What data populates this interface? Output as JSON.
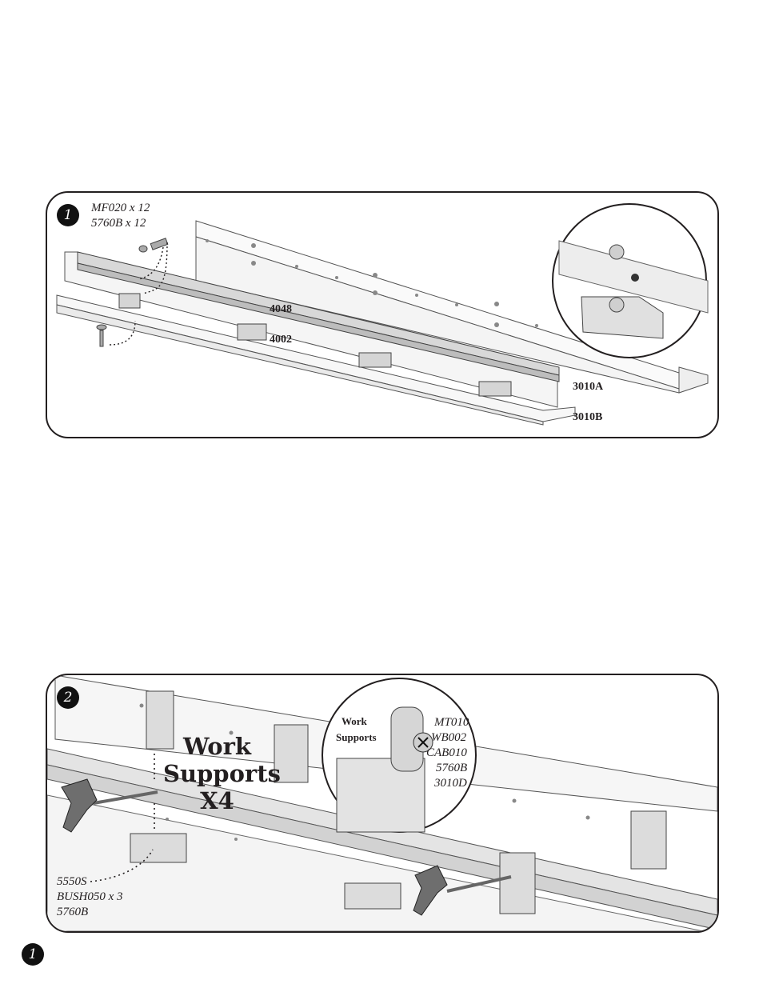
{
  "step1": {
    "number": "1",
    "parts_list": [
      "MF020 x 12",
      "5760B x 12"
    ],
    "labels": {
      "rail": "4048",
      "block": "4002",
      "upper_panel": "3010A",
      "lower_panel": "3010B"
    }
  },
  "step2": {
    "number": "2",
    "callout_title": "Work Supports X4",
    "inset_title_line1": "Work",
    "inset_title_line2": "Supports",
    "inset_parts": [
      "MT010",
      "WB002",
      "CAB010",
      "5760B",
      "3010D"
    ],
    "parts_list": [
      "5550S",
      "BUSH050 x 3",
      "5760B"
    ]
  },
  "page_number": "1",
  "colors": {
    "ink": "#231f20",
    "panel_fill": "#f3f3f3",
    "part_gray": "#c9c9c9"
  }
}
